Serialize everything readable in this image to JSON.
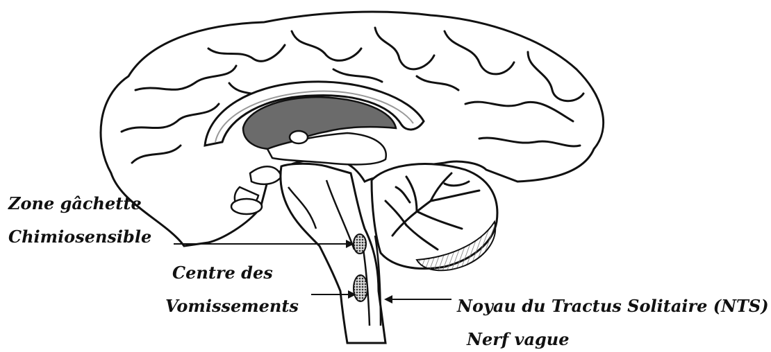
{
  "labels": {
    "ctz_line1": "Zone gâchette",
    "ctz_line2": "Chimiosensible",
    "vomit_line1": "Centre des",
    "vomit_line2": "Vomissements",
    "nts": "Noyau du Tractus Solitaire (NTS)",
    "vagus": "Nerf vague"
  },
  "colors": {
    "outline": "#111111",
    "ventricle_fill": "#6b6b6b",
    "cerebellum_hatch": "#888888",
    "nucleus_fill": "#555555"
  }
}
